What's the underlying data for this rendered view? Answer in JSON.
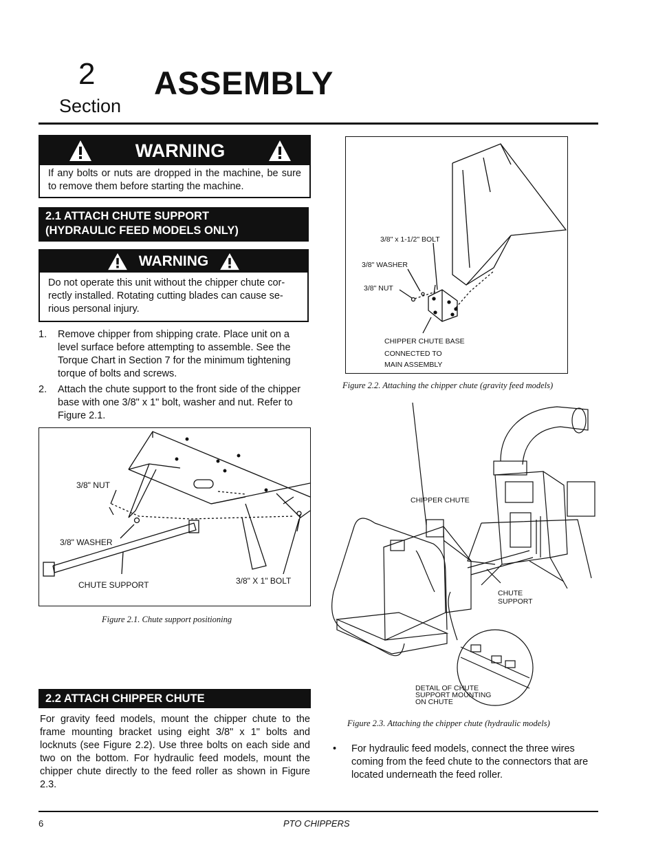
{
  "header": {
    "section_number": "2",
    "section_word": "Section",
    "title": "ASSEMBLY"
  },
  "warning1": {
    "heading": "WARNING",
    "body": "If any bolts or nuts are dropped in the machine, be sure to remove them before starting the machine."
  },
  "section_2_1": {
    "heading_line1": "2.1   ATTACH CHUTE SUPPORT",
    "heading_line2": "(HYDRAULIC FEED MODELS ONLY)"
  },
  "warning2": {
    "heading": "WARNING",
    "body": "Do not operate this unit without the chipper chute cor-rectly installed. Rotating cutting blades can cause se-rious personal injury."
  },
  "steps": [
    {
      "num": "1.",
      "text": "Remove chipper from shipping crate. Place unit on a level surface before attempting to assemble. See the Torque Chart in Section 7 for the minimum tightening torque of bolts and screws."
    },
    {
      "num": "2.",
      "text": "Attach the chute support to the front side of the chipper base with one 3/8\" x 1\" bolt, washer and nut. Refer to Figure 2.1."
    }
  ],
  "figure_2_1": {
    "labels": {
      "nut": "3/8\" NUT",
      "washer": "3/8\" WASHER",
      "support": "CHUTE SUPPORT",
      "bolt": "3/8\" X 1\"  BOLT"
    },
    "caption": "Figure 2.1.  Chute support positioning"
  },
  "section_2_2": {
    "heading": "2.2   ATTACH CHIPPER CHUTE",
    "body": "For gravity feed models, mount the chipper chute to the frame mounting bracket using eight 3/8\" x 1\" bolts and locknuts (see Figure 2.2). Use three bolts on each side and two on the bottom. For hydraulic feed models, mount the chipper chute directly to the feed roller as shown in Figure 2.3."
  },
  "figure_2_2": {
    "labels": {
      "bolt": "3/8\" x 1-1/2\" BOLT",
      "washer": "3/8\" WASHER",
      "nut": "3/8\" NUT",
      "base1": "CHIPPER CHUTE BASE",
      "base2": "CONNECTED TO",
      "base3": "MAIN ASSEMBLY"
    },
    "caption": "Figure 2.2.  Attaching the chipper chute (gravity feed models)"
  },
  "figure_2_3": {
    "labels": {
      "chute": "CHIPPER CHUTE",
      "support1": "CHUTE",
      "support2": "SUPPORT",
      "detail1": "DETAIL OF CHUTE",
      "detail2": "SUPPORT MOUNTING",
      "detail3": "ON CHUTE"
    },
    "caption": "Figure 2.3.  Attaching the chipper chute (hydraulic models)"
  },
  "bullet": {
    "mark": "•",
    "text": "For hydraulic feed models, connect the three wires coming from the feed chute to the connectors that are located underneath the feed roller."
  },
  "footer": {
    "page_number": "6",
    "title": "PTO CHIPPERS"
  }
}
